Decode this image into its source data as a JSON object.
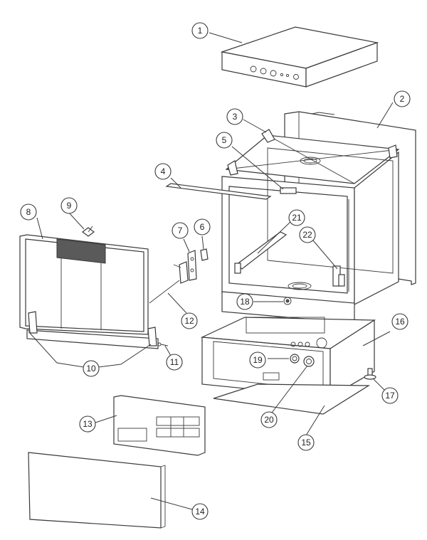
{
  "callouts": [
    {
      "id": "1",
      "label": "1"
    },
    {
      "id": "2",
      "label": "2"
    },
    {
      "id": "3",
      "label": "3"
    },
    {
      "id": "4",
      "label": "4"
    },
    {
      "id": "5",
      "label": "5"
    },
    {
      "id": "6",
      "label": "6"
    },
    {
      "id": "7",
      "label": "7"
    },
    {
      "id": "8",
      "label": "8"
    },
    {
      "id": "9",
      "label": "9"
    },
    {
      "id": "10",
      "label": "10"
    },
    {
      "id": "11",
      "label": "11"
    },
    {
      "id": "12",
      "label": "12"
    },
    {
      "id": "13",
      "label": "13"
    },
    {
      "id": "14",
      "label": "14"
    },
    {
      "id": "15",
      "label": "15"
    },
    {
      "id": "16",
      "label": "16"
    },
    {
      "id": "17",
      "label": "17"
    },
    {
      "id": "18",
      "label": "18"
    },
    {
      "id": "19",
      "label": "19"
    },
    {
      "id": "20",
      "label": "20"
    },
    {
      "id": "21",
      "label": "21"
    },
    {
      "id": "22",
      "label": "22"
    }
  ],
  "colors": {
    "line": "#3a3a3a",
    "panel_dark": "#5a5a5a",
    "background": "#ffffff"
  }
}
